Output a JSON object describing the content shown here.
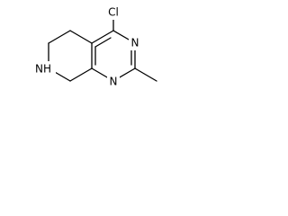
{
  "structure": {
    "atoms": {
      "chlorine": "Cl",
      "nitrogen_pyrimidine_top": "N",
      "nitrogen_pyrimidine_bottom": "N",
      "nitrogen_piperidine": "NH"
    },
    "colors": {
      "bond": "#000000",
      "label": "#000000",
      "background": "#ffffff"
    }
  }
}
